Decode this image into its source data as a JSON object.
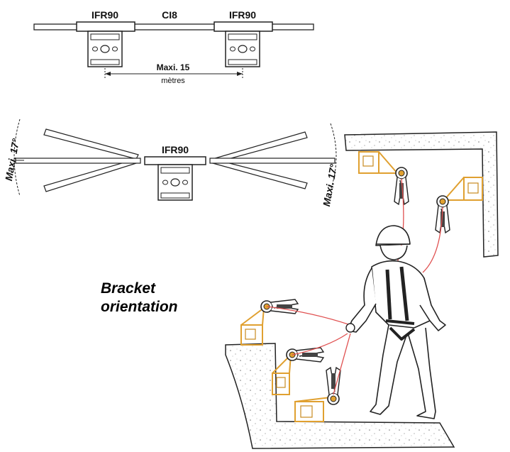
{
  "top_diagram": {
    "bracket_left_label": "IFR90",
    "cable_label": "CI8",
    "bracket_right_label": "IFR90",
    "distance_label": "Maxi. 15",
    "distance_unit": "mètres"
  },
  "angle_diagram": {
    "bracket_label": "IFR90",
    "angle_left": "Maxi. 17°",
    "angle_right": "Maxi. 17°"
  },
  "caption": {
    "line1": "Bracket",
    "line2": "orientation"
  },
  "colors": {
    "bracket_orange": "#E0A030",
    "lifeline_red": "#E05050",
    "line": "#222222",
    "concrete_fill": "#FFFFFF"
  }
}
